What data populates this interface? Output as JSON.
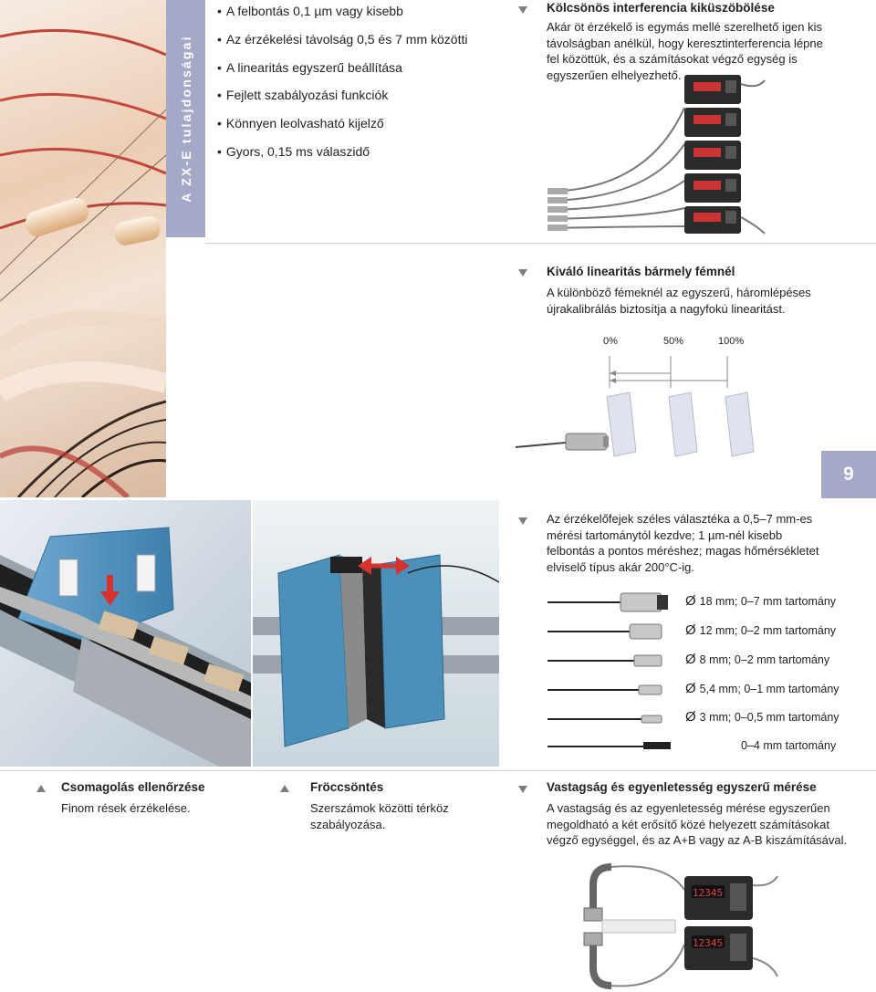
{
  "band": {
    "title": "A ZX-E tulajdonságai"
  },
  "features": [
    "A felbontás 0,1 µm vagy kisebb",
    "Az érzékelési távolság 0,5 és 7 mm közötti",
    "A linearitás egyszerű beállítása",
    "Fejlett szabályozási funkciók",
    "Könnyen leolvasható kijelző",
    "Gyors, 0,15 ms válaszidő"
  ],
  "interference": {
    "title": "Kölcsönös interferencia kiküszöbölése",
    "lines": [
      "Akár öt érzékelő is egymás mellé szerelhető igen kis",
      "távolságban anélkül, hogy keresztinterferencia lépne",
      "fel közöttük, és a számításokat végző egység is",
      "egyszerűen elhelyezhető."
    ]
  },
  "linearity": {
    "title": "Kiváló linearitás bármely fémnél",
    "lines": [
      "A különböző fémeknél az egyszerű, háromlépéses",
      "újrakalibrálás biztosítja a nagyfokú linearitást."
    ],
    "scale": [
      "0%",
      "50%",
      "100%"
    ]
  },
  "page_number": "9",
  "heads": {
    "lines": [
      "Az érzékelőfejek széles választéka a 0,5–7 mm-es",
      "mérési tartománytól kezdve; 1 µm-nél kisebb",
      "felbontás a pontos méréshez; magas hőmérsékletet",
      "elviselő típus akár 200°C-ig."
    ],
    "probes": [
      {
        "dia": "Ø",
        "size": "18 mm;",
        "range": "0–7 mm tartomány"
      },
      {
        "dia": "Ø",
        "size": "12 mm;",
        "range": "0–2 mm tartomány"
      },
      {
        "dia": "Ø",
        "size": "8 mm;",
        "range": "0–2 mm tartomány"
      },
      {
        "dia": "Ø",
        "size": "5,4 mm;",
        "range": "0–1 mm tartomány"
      },
      {
        "dia": "Ø",
        "size": "3 mm;",
        "range": "0–0,5 mm tartomány"
      },
      {
        "dia": "",
        "size": "",
        "range": "0–4 mm tartomány"
      }
    ]
  },
  "packaging": {
    "title": "Csomagolás ellenőrzése",
    "lines": [
      "Finom rések érzékelése."
    ]
  },
  "molding": {
    "title": "Fröccsöntés",
    "lines": [
      "Szerszámok közötti térköz",
      "szabályozása."
    ]
  },
  "thickness": {
    "title": "Vastagság és egyenletesség egyszerű mérése",
    "lines": [
      "A vastagság és az egyenletesség mérése egyszerűen",
      "megoldható a két erősítő közé helyezett számításokat",
      "végző egységgel, és az A+B vagy az A-B kiszámításával."
    ]
  },
  "displays": {
    "top": "12345",
    "bottom": "12345"
  },
  "colors": {
    "band": "#a5a8c6",
    "machine_blue": "#4c8fb8",
    "arrow_red": "#d6322e"
  }
}
